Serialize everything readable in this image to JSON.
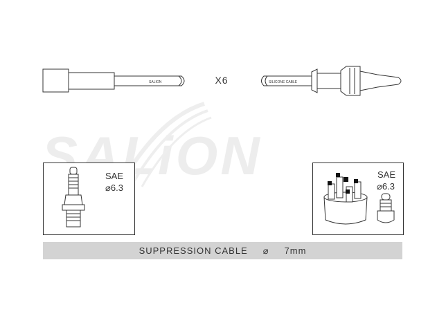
{
  "watermark": {
    "brand_text": "SALiON",
    "color": "#ececec"
  },
  "cable": {
    "multiplier": "X6",
    "left_print": "SALION",
    "right_print": "SILICONE CABLE"
  },
  "left_box": {
    "standard": "SAE",
    "diameter": "⌀6.3"
  },
  "right_box": {
    "standard": "SAE",
    "diameter": "⌀6.3"
  },
  "banner": {
    "label": "SUPPRESSION CABLE",
    "diameter_symbol": "⌀",
    "size": "7mm",
    "background": "#d3d3d3"
  },
  "colors": {
    "line": "#333333",
    "fill": "#ffffff",
    "dark": "#111111"
  }
}
